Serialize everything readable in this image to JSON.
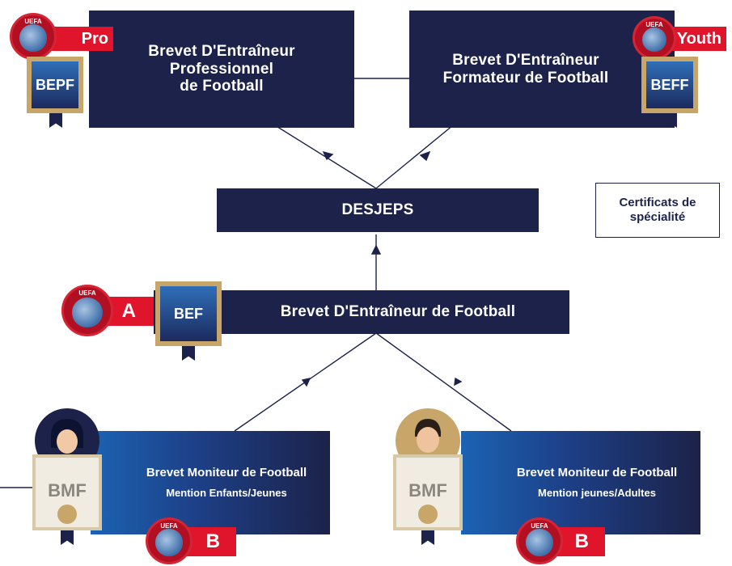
{
  "top_left": {
    "title_1": "Brevet D'Entraîneur",
    "title_2": "Professionnel",
    "title_3": "de Football",
    "badge": "BEPF",
    "tag": "Pro"
  },
  "top_right": {
    "title_1": "Brevet D'Entraîneur",
    "title_2": "Formateur de Football",
    "badge": "BEFF",
    "tag": "Youth"
  },
  "middle": {
    "label": "DESJEPS"
  },
  "certificates": {
    "line_1": "Certificats de",
    "line_2": "spécialité"
  },
  "bef": {
    "title": "Brevet D'Entraîneur de Football",
    "badge": "BEF",
    "tag": "A"
  },
  "bmf_left": {
    "title": "Brevet Moniteur de Football",
    "subtitle": "Mention Enfants/Jeunes",
    "badge": "BMF",
    "tag": "B"
  },
  "bmf_right": {
    "title": "Brevet Moniteur de Football",
    "subtitle": "Mention jeunes/Adultes",
    "badge": "BMF",
    "tag": "B"
  },
  "uefa_text": "UEFA",
  "colors": {
    "navy": "#1c2249",
    "red": "#e0142a",
    "gold": "#c8a66a",
    "blue": "#1b63b3"
  }
}
